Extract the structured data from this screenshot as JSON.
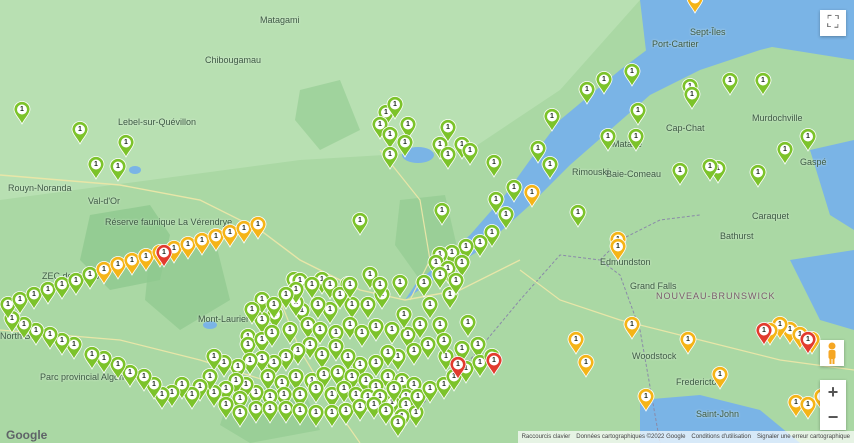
{
  "map": {
    "places": [
      {
        "id": "matagami",
        "text": "Matagami"
      },
      {
        "id": "lebel",
        "text": "Lebel-sur-Quévillon"
      },
      {
        "id": "chibougamau",
        "text": "Chibougamau"
      },
      {
        "id": "rouyn",
        "text": "Rouyn-Noranda"
      },
      {
        "id": "valdor",
        "text": "Val-d'Or"
      },
      {
        "id": "laverendrye",
        "text": "Réserve faunique La Vérendrye"
      },
      {
        "id": "zec",
        "text": "ZEC de Kipawa"
      },
      {
        "id": "montlaurier",
        "text": "Mont-Laurier"
      },
      {
        "id": "northbay",
        "text": "North Bay"
      },
      {
        "id": "algonquin",
        "text": "Parc provincial Algonquin"
      },
      {
        "id": "baiecomeau",
        "text": "Baie-Comeau"
      },
      {
        "id": "septiles",
        "text": "Sept-Îles"
      },
      {
        "id": "portcartier",
        "text": "Port-Cartier"
      },
      {
        "id": "capchat",
        "text": "Cap-Chat"
      },
      {
        "id": "matane",
        "text": "Matane"
      },
      {
        "id": "murdochville",
        "text": "Murdochville"
      },
      {
        "id": "rimouski",
        "text": "Rimouski"
      },
      {
        "id": "edmundston",
        "text": "Edmundston"
      },
      {
        "id": "grandfalls",
        "text": "Grand Falls"
      },
      {
        "id": "bathurst",
        "text": "Bathurst"
      },
      {
        "id": "nb",
        "text": "NOUVEAU-BRUNSWICK"
      },
      {
        "id": "woodstock",
        "text": "Woodstock"
      },
      {
        "id": "fredericton",
        "text": "Fredericton"
      },
      {
        "id": "saintjohn",
        "text": "Saint-John"
      },
      {
        "id": "caraquet",
        "text": "Caraquet"
      },
      {
        "id": "gaspe",
        "text": "Gaspé"
      }
    ],
    "markers": [
      {
        "label": "1",
        "status": "green"
      },
      {
        "label": "1",
        "status": "green"
      },
      {
        "label": "1",
        "status": "green"
      },
      {
        "label": "1",
        "status": "green"
      },
      {
        "label": "1",
        "status": "green"
      },
      {
        "label": "1",
        "status": "green"
      },
      {
        "label": "1",
        "status": "green"
      },
      {
        "label": "1",
        "status": "green"
      },
      {
        "label": "1",
        "status": "green"
      },
      {
        "label": "1",
        "status": "green"
      },
      {
        "label": "1",
        "status": "green"
      },
      {
        "label": "1",
        "status": "green"
      },
      {
        "label": "1",
        "status": "green"
      },
      {
        "label": "1",
        "status": "green"
      },
      {
        "label": "1",
        "status": "green"
      },
      {
        "label": "1",
        "status": "green"
      },
      {
        "label": "1",
        "status": "green"
      },
      {
        "label": "1",
        "status": "green"
      },
      {
        "label": "1",
        "status": "green"
      },
      {
        "label": "1",
        "status": "green"
      },
      {
        "label": "1",
        "status": "green"
      },
      {
        "label": "1",
        "status": "green"
      },
      {
        "label": "1",
        "status": "green"
      },
      {
        "label": "1",
        "status": "green"
      },
      {
        "label": "1",
        "status": "green"
      },
      {
        "label": "1",
        "status": "green"
      },
      {
        "label": "1",
        "status": "green"
      },
      {
        "label": "1",
        "status": "green"
      },
      {
        "label": "1",
        "status": "green"
      },
      {
        "label": "1",
        "status": "green"
      },
      {
        "label": "1",
        "status": "green"
      },
      {
        "label": "1",
        "status": "green"
      },
      {
        "label": "1",
        "status": "green"
      },
      {
        "label": "1",
        "status": "green"
      },
      {
        "label": "1",
        "status": "green"
      },
      {
        "label": "1",
        "status": "green"
      },
      {
        "label": "1",
        "status": "green"
      },
      {
        "label": "1",
        "status": "green"
      },
      {
        "label": "1",
        "status": "green"
      },
      {
        "label": "1",
        "status": "green"
      },
      {
        "label": "1",
        "status": "green"
      },
      {
        "label": "1",
        "status": "green"
      },
      {
        "label": "1",
        "status": "green"
      },
      {
        "label": "1",
        "status": "green"
      },
      {
        "label": "1",
        "status": "green"
      },
      {
        "label": "1",
        "status": "green"
      },
      {
        "label": "1",
        "status": "green"
      },
      {
        "label": "1",
        "status": "green"
      },
      {
        "label": "1",
        "status": "green"
      },
      {
        "label": "1",
        "status": "green"
      },
      {
        "label": "1",
        "status": "green"
      },
      {
        "label": "1",
        "status": "green"
      },
      {
        "label": "1",
        "status": "green"
      },
      {
        "label": "1",
        "status": "green"
      },
      {
        "label": "1",
        "status": "green"
      },
      {
        "label": "1",
        "status": "green"
      },
      {
        "label": "1",
        "status": "green"
      },
      {
        "label": "1",
        "status": "green"
      },
      {
        "label": "1",
        "status": "green"
      },
      {
        "label": "1",
        "status": "green"
      },
      {
        "label": "1",
        "status": "green"
      },
      {
        "label": "1",
        "status": "green"
      },
      {
        "label": "1",
        "status": "green"
      },
      {
        "label": "1",
        "status": "green"
      },
      {
        "label": "1",
        "status": "green"
      },
      {
        "label": "1",
        "status": "green"
      },
      {
        "label": "1",
        "status": "green"
      },
      {
        "label": "1",
        "status": "green"
      },
      {
        "label": "1",
        "status": "green"
      },
      {
        "label": "1",
        "status": "green"
      },
      {
        "label": "1",
        "status": "green"
      },
      {
        "label": "1",
        "status": "green"
      },
      {
        "label": "1",
        "status": "green"
      },
      {
        "label": "1",
        "status": "green"
      },
      {
        "label": "1",
        "status": "green"
      },
      {
        "label": "1",
        "status": "green"
      },
      {
        "label": "1",
        "status": "green"
      },
      {
        "label": "1",
        "status": "green"
      },
      {
        "label": "1",
        "status": "green"
      },
      {
        "label": "1",
        "status": "green"
      },
      {
        "label": "1",
        "status": "green"
      },
      {
        "label": "1",
        "status": "green"
      },
      {
        "label": "1",
        "status": "green"
      },
      {
        "label": "1",
        "status": "green"
      },
      {
        "label": "1",
        "status": "green"
      },
      {
        "label": "1",
        "status": "green"
      },
      {
        "label": "1",
        "status": "green"
      },
      {
        "label": "1",
        "status": "green"
      },
      {
        "label": "1",
        "status": "green"
      },
      {
        "label": "1",
        "status": "green"
      },
      {
        "label": "1",
        "status": "green"
      },
      {
        "label": "1",
        "status": "green"
      },
      {
        "label": "1",
        "status": "green"
      },
      {
        "label": "1",
        "status": "green"
      },
      {
        "label": "1",
        "status": "green"
      },
      {
        "label": "1",
        "status": "green"
      },
      {
        "label": "1",
        "status": "green"
      },
      {
        "label": "1",
        "status": "green"
      },
      {
        "label": "1",
        "status": "green"
      },
      {
        "label": "1",
        "status": "green"
      },
      {
        "label": "1",
        "status": "green"
      },
      {
        "label": "1",
        "status": "green"
      },
      {
        "label": "1",
        "status": "green"
      },
      {
        "label": "1",
        "status": "green"
      },
      {
        "label": "1",
        "status": "green"
      },
      {
        "label": "1",
        "status": "green"
      },
      {
        "label": "1",
        "status": "green"
      },
      {
        "label": "1",
        "status": "green"
      },
      {
        "label": "1",
        "status": "green"
      },
      {
        "label": "1",
        "status": "green"
      },
      {
        "label": "1",
        "status": "green"
      },
      {
        "label": "1",
        "status": "green"
      },
      {
        "label": "1",
        "status": "green"
      },
      {
        "label": "1",
        "status": "green"
      },
      {
        "label": "1",
        "status": "green"
      },
      {
        "label": "1",
        "status": "green"
      },
      {
        "label": "1",
        "status": "green"
      },
      {
        "label": "1",
        "status": "green"
      },
      {
        "label": "1",
        "status": "green"
      },
      {
        "label": "1",
        "status": "green"
      },
      {
        "label": "1",
        "status": "green"
      },
      {
        "label": "1",
        "status": "green"
      },
      {
        "label": "1",
        "status": "green"
      },
      {
        "label": "1",
        "status": "green"
      },
      {
        "label": "1",
        "status": "green"
      },
      {
        "label": "1",
        "status": "green"
      },
      {
        "label": "1",
        "status": "green"
      },
      {
        "label": "1",
        "status": "green"
      },
      {
        "label": "1",
        "status": "green"
      },
      {
        "label": "1",
        "status": "green"
      },
      {
        "label": "1",
        "status": "green"
      },
      {
        "label": "1",
        "status": "green"
      },
      {
        "label": "1",
        "status": "green"
      },
      {
        "label": "1",
        "status": "green"
      },
      {
        "label": "1",
        "status": "green"
      },
      {
        "label": "1",
        "status": "green"
      },
      {
        "label": "1",
        "status": "green"
      },
      {
        "label": "1",
        "status": "green"
      },
      {
        "label": "1",
        "status": "green"
      },
      {
        "label": "1",
        "status": "green"
      },
      {
        "label": "1",
        "status": "green"
      },
      {
        "label": "1",
        "status": "green"
      },
      {
        "label": "1",
        "status": "green"
      },
      {
        "label": "1",
        "status": "green"
      },
      {
        "label": "1",
        "status": "green"
      },
      {
        "label": "1",
        "status": "green"
      },
      {
        "label": "1",
        "status": "green"
      },
      {
        "label": "1",
        "status": "green"
      },
      {
        "label": "1",
        "status": "green"
      },
      {
        "label": "1",
        "status": "green"
      },
      {
        "label": "1",
        "status": "green"
      },
      {
        "label": "1",
        "status": "green"
      },
      {
        "label": "1",
        "status": "green"
      },
      {
        "label": "1",
        "status": "green"
      },
      {
        "label": "1",
        "status": "green"
      },
      {
        "label": "1",
        "status": "green"
      },
      {
        "label": "1",
        "status": "green"
      },
      {
        "label": "1",
        "status": "green"
      },
      {
        "label": "1",
        "status": "green"
      },
      {
        "label": "1",
        "status": "green"
      },
      {
        "label": "1",
        "status": "green"
      },
      {
        "label": "1",
        "status": "green"
      },
      {
        "label": "1",
        "status": "green"
      },
      {
        "label": "1",
        "status": "green"
      },
      {
        "label": "1",
        "status": "green"
      },
      {
        "label": "1",
        "status": "green"
      },
      {
        "label": "1",
        "status": "green"
      },
      {
        "label": "1",
        "status": "green"
      },
      {
        "label": "1",
        "status": "green"
      },
      {
        "label": "1",
        "status": "green"
      },
      {
        "label": "1",
        "status": "green"
      },
      {
        "label": "1",
        "status": "green"
      },
      {
        "label": "1",
        "status": "green"
      },
      {
        "label": "1",
        "status": "green"
      },
      {
        "label": "1",
        "status": "green"
      },
      {
        "label": "1",
        "status": "green"
      },
      {
        "label": "1",
        "status": "green"
      },
      {
        "label": "1",
        "status": "green"
      },
      {
        "label": "1",
        "status": "green"
      },
      {
        "label": "1",
        "status": "green"
      },
      {
        "label": "1",
        "status": "green"
      },
      {
        "label": "1",
        "status": "green"
      },
      {
        "label": "1",
        "status": "green"
      },
      {
        "label": "1",
        "status": "green"
      },
      {
        "label": "1",
        "status": "green"
      },
      {
        "label": "1",
        "status": "green"
      },
      {
        "label": "1",
        "status": "green"
      },
      {
        "label": "1",
        "status": "green"
      },
      {
        "label": "1",
        "status": "green"
      },
      {
        "label": "1",
        "status": "green"
      },
      {
        "label": "1",
        "status": "green"
      },
      {
        "label": "1",
        "status": "green"
      },
      {
        "label": "1",
        "status": "green"
      },
      {
        "label": "1",
        "status": "green"
      },
      {
        "label": "1",
        "status": "green"
      },
      {
        "label": "1",
        "status": "green"
      },
      {
        "label": "1",
        "status": "green"
      },
      {
        "label": "1",
        "status": "green"
      },
      {
        "label": "1",
        "status": "orange"
      },
      {
        "label": "1",
        "status": "orange"
      },
      {
        "label": "1",
        "status": "orange"
      },
      {
        "label": "1",
        "status": "orange"
      },
      {
        "label": "1",
        "status": "orange"
      },
      {
        "label": "1",
        "status": "orange"
      },
      {
        "label": "1",
        "status": "orange"
      },
      {
        "label": "1",
        "status": "orange"
      },
      {
        "label": "1",
        "status": "orange"
      },
      {
        "label": "1",
        "status": "orange"
      },
      {
        "label": "1",
        "status": "orange"
      },
      {
        "label": "1",
        "status": "orange"
      },
      {
        "label": "1",
        "status": "orange"
      },
      {
        "label": "1",
        "status": "orange"
      },
      {
        "label": "1",
        "status": "orange"
      },
      {
        "label": "1",
        "status": "orange"
      },
      {
        "label": "1",
        "status": "orange"
      },
      {
        "label": "1",
        "status": "orange"
      },
      {
        "label": "1",
        "status": "orange"
      },
      {
        "label": "1",
        "status": "orange"
      },
      {
        "label": "1",
        "status": "orange"
      },
      {
        "label": "1",
        "status": "orange"
      },
      {
        "label": "1",
        "status": "orange"
      },
      {
        "label": "1",
        "status": "orange"
      },
      {
        "label": "1",
        "status": "orange"
      },
      {
        "label": "1",
        "status": "orange"
      },
      {
        "label": "1",
        "status": "orange"
      },
      {
        "label": "1",
        "status": "orange"
      },
      {
        "label": "1",
        "status": "orange"
      },
      {
        "label": "1",
        "status": "orange"
      },
      {
        "label": "1",
        "status": "red"
      },
      {
        "label": "1",
        "status": "red"
      },
      {
        "label": "1",
        "status": "red"
      },
      {
        "label": "1",
        "status": "red"
      },
      {
        "label": "1",
        "status": "red"
      }
    ],
    "google_label": "Google",
    "attribution": [
      "Raccourcis clavier",
      "Données cartographiques ©2022 Google",
      "Conditions d'utilisation",
      "Signaler une erreur cartographique"
    ]
  },
  "controls": {
    "fullscreen_symbol": "⛶",
    "zoom_in": "+",
    "zoom_out": "−"
  },
  "colors": {
    "green": "#7cc32a",
    "orange": "#f5b417",
    "red": "#e23b2e",
    "water": "#7ab4e6",
    "land": "#a9d7a6"
  }
}
